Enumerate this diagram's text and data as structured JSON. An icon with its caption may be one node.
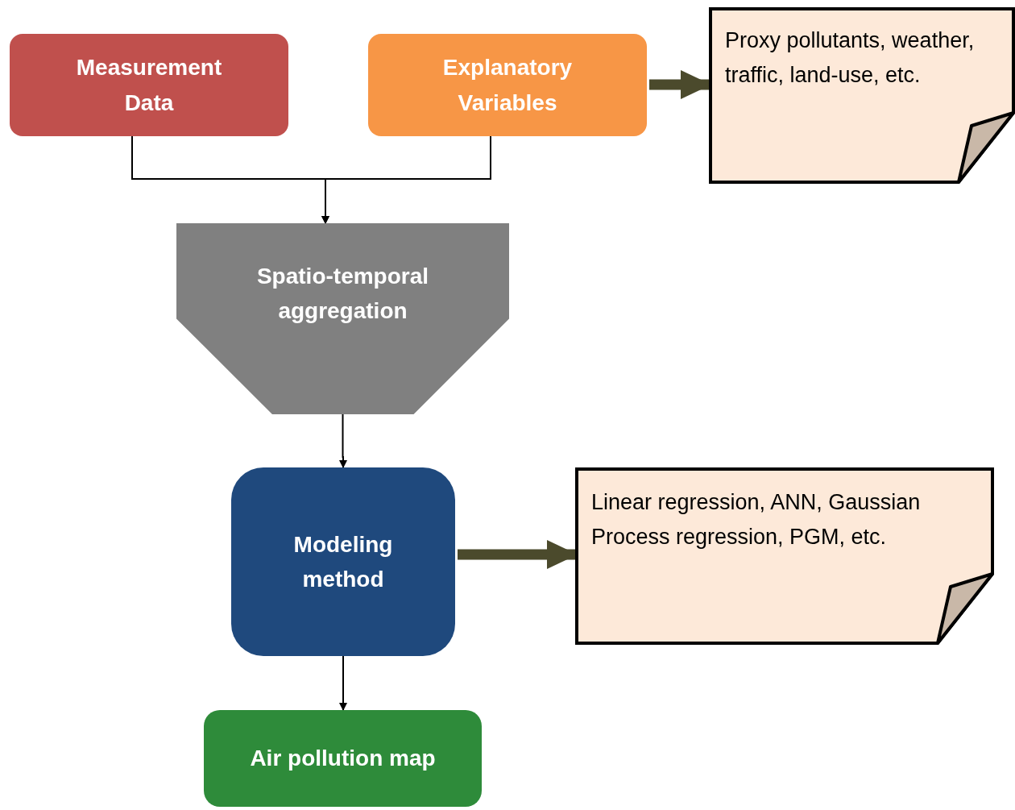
{
  "diagram": {
    "nodes": [
      {
        "text": [
          "Measurement Data"
        ]
      },
      {
        "text": [
          "Explanatory Variables"
        ]
      },
      {
        "text": [
          "Proxy pollutants, weather, traffic, land-use, etc."
        ]
      },
      {
        "text": [
          "Spatio-temporal aggregation"
        ]
      },
      {
        "text": [
          "Modeling method"
        ]
      },
      {
        "text": [
          "Linear regression, ANN, Gaussian Process regression, PGM, etc."
        ]
      },
      {
        "text": [
          "Air pollution map"
        ]
      }
    ],
    "edges": [
      {
        "from": 0,
        "to": 3,
        "arrow": "to"
      },
      {
        "from": 1,
        "to": 3,
        "arrow": "to"
      },
      {
        "from": 1,
        "to": 2,
        "arrow": "to",
        "style": "thick",
        "color": "#4b4a2c"
      },
      {
        "from": 3,
        "to": 4,
        "arrow": "to"
      },
      {
        "from": 4,
        "to": 5,
        "arrow": "to",
        "style": "thick",
        "color": "#4b4a2c"
      },
      {
        "from": 4,
        "to": 6,
        "arrow": "to"
      }
    ]
  }
}
